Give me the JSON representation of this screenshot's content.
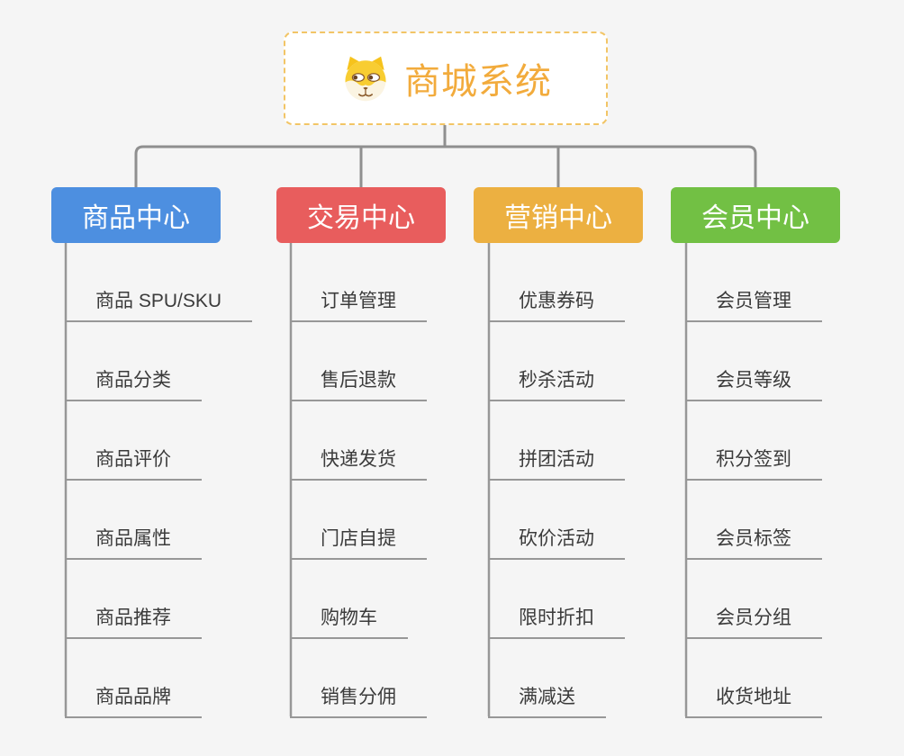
{
  "app": {
    "type": "mindmap",
    "title": "商城系统"
  },
  "root": {
    "title": "商城系统",
    "icon": "doge-face-icon",
    "title_color": "#f2ab3c",
    "border_color": "#f2c566",
    "background": "#ffffff"
  },
  "branches": [
    {
      "label": "商品中心",
      "color": "#4d8fe0",
      "items": [
        "商品 SPU/SKU",
        "商品分类",
        "商品评价",
        "商品属性",
        "商品推荐",
        "商品品牌"
      ]
    },
    {
      "label": "交易中心",
      "color": "#e85d5d",
      "items": [
        "订单管理",
        "售后退款",
        "快递发货",
        "门店自提",
        "购物车",
        "销售分佣"
      ]
    },
    {
      "label": "营销中心",
      "color": "#ecb041",
      "items": [
        "优惠券码",
        "秒杀活动",
        "拼团活动",
        "砍价活动",
        "限时折扣",
        "满减送"
      ]
    },
    {
      "label": "会员中心",
      "color": "#72c044",
      "items": [
        "会员管理",
        "会员等级",
        "积分签到",
        "会员标签",
        "会员分组",
        "收货地址"
      ]
    }
  ],
  "connector_color": "#8f8f8f",
  "item_text_color": "#3b3b3b",
  "background_color": "#f5f5f5"
}
